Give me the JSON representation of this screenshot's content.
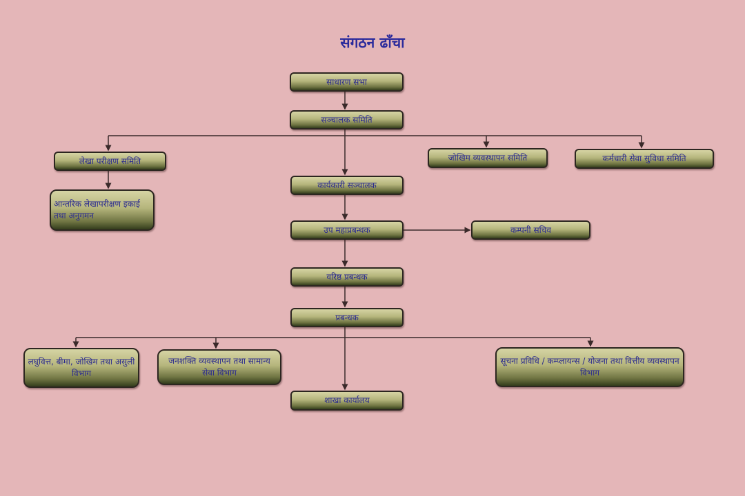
{
  "title": "संगठन ढाँचा",
  "nodes": {
    "general_assembly": "साधारण सभा",
    "board": "सञ्चालक समिति",
    "audit_committee": "लेखा परीक्षण समिति",
    "internal_audit": "आन्तरिक लेखापरीक्षण इकाई तथा अनुगमन",
    "risk_committee": "जोखिम व्यवस्थापन समिति",
    "staff_committee": "कर्मचारी सेवा सुविधा समिति",
    "executive_director": "कार्यकारी सञ्चालक",
    "deputy_gm": "उप महाप्रबन्धक",
    "company_secretary": "कम्पनी सचिव",
    "senior_manager": "वरिष्ठ प्रबन्धक",
    "manager": "प्रबन्धक",
    "microfinance_dept": "लघुवित्त, बीमा, जोखिम तथा असुली विभाग",
    "hr_dept": "जनशक्ति व्यवस्थापन तथा सामान्य सेवा विभाग",
    "it_dept": "सूचना प्रविधि / कम्प्लायन्स / योजना तथा वित्तीय व्यवस्थापन विभाग",
    "branch_office": "शाखा कार्यालय"
  },
  "colors": {
    "background": "#e4b6b8",
    "text": "#2a2a8e",
    "line": "#3a2a2a"
  }
}
